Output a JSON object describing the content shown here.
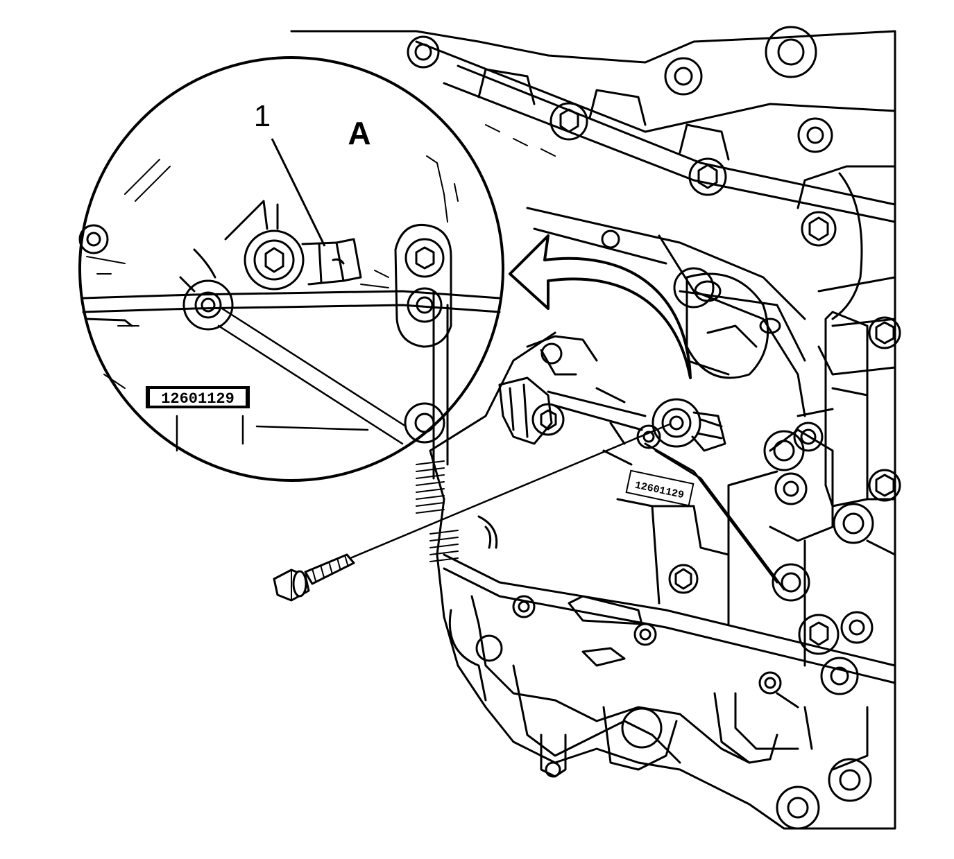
{
  "diagram": {
    "callouts": [
      {
        "number": "1"
      }
    ],
    "view_label": "A",
    "part_stamp": "12601129",
    "colors": {
      "line": "#000000",
      "background": "#ffffff"
    }
  }
}
